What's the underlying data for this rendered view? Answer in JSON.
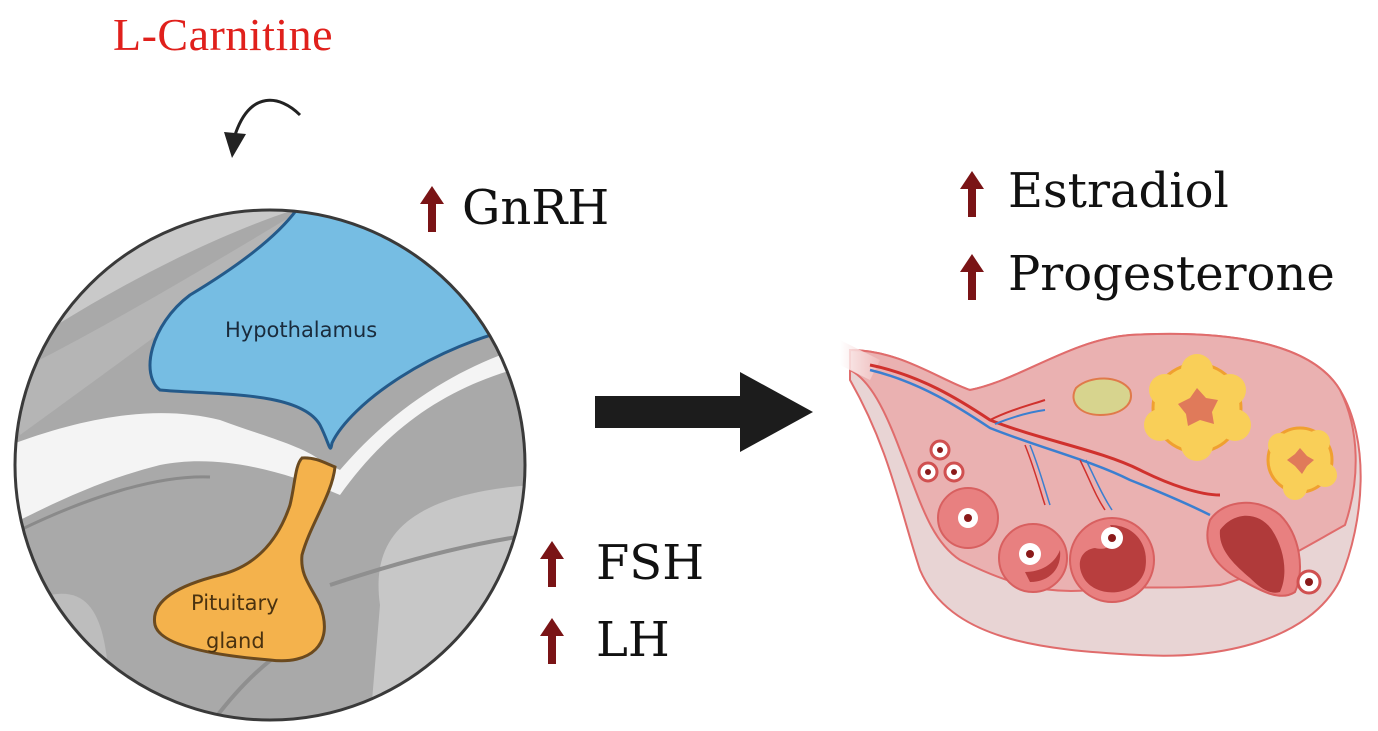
{
  "title": "L-Carnitine",
  "brain": {
    "hypothalamus_label": "Hypothalamus",
    "pituitary_label_line1": "Pituitary",
    "pituitary_label_line2": "gland"
  },
  "hormones": {
    "gnrh": {
      "label": "GnRH",
      "direction": "up"
    },
    "fsh": {
      "label": "FSH",
      "direction": "up"
    },
    "lh": {
      "label": "LH",
      "direction": "up"
    },
    "estradiol": {
      "label": "Estradiol",
      "direction": "up"
    },
    "progesterone": {
      "label": "Progesterone",
      "direction": "up"
    }
  },
  "colors": {
    "title": "#e0201c",
    "up_arrow": "#7a1416",
    "hypothalamus": "#76bde3",
    "pituitary": "#f4b24c",
    "ovary": "#f0c0c0",
    "main_arrow": "#1c1c1c"
  },
  "icons": {
    "curved_arrow": "curved-arrow-icon",
    "up_arrow": "up-arrow-icon",
    "main_arrow": "right-arrow-icon"
  }
}
